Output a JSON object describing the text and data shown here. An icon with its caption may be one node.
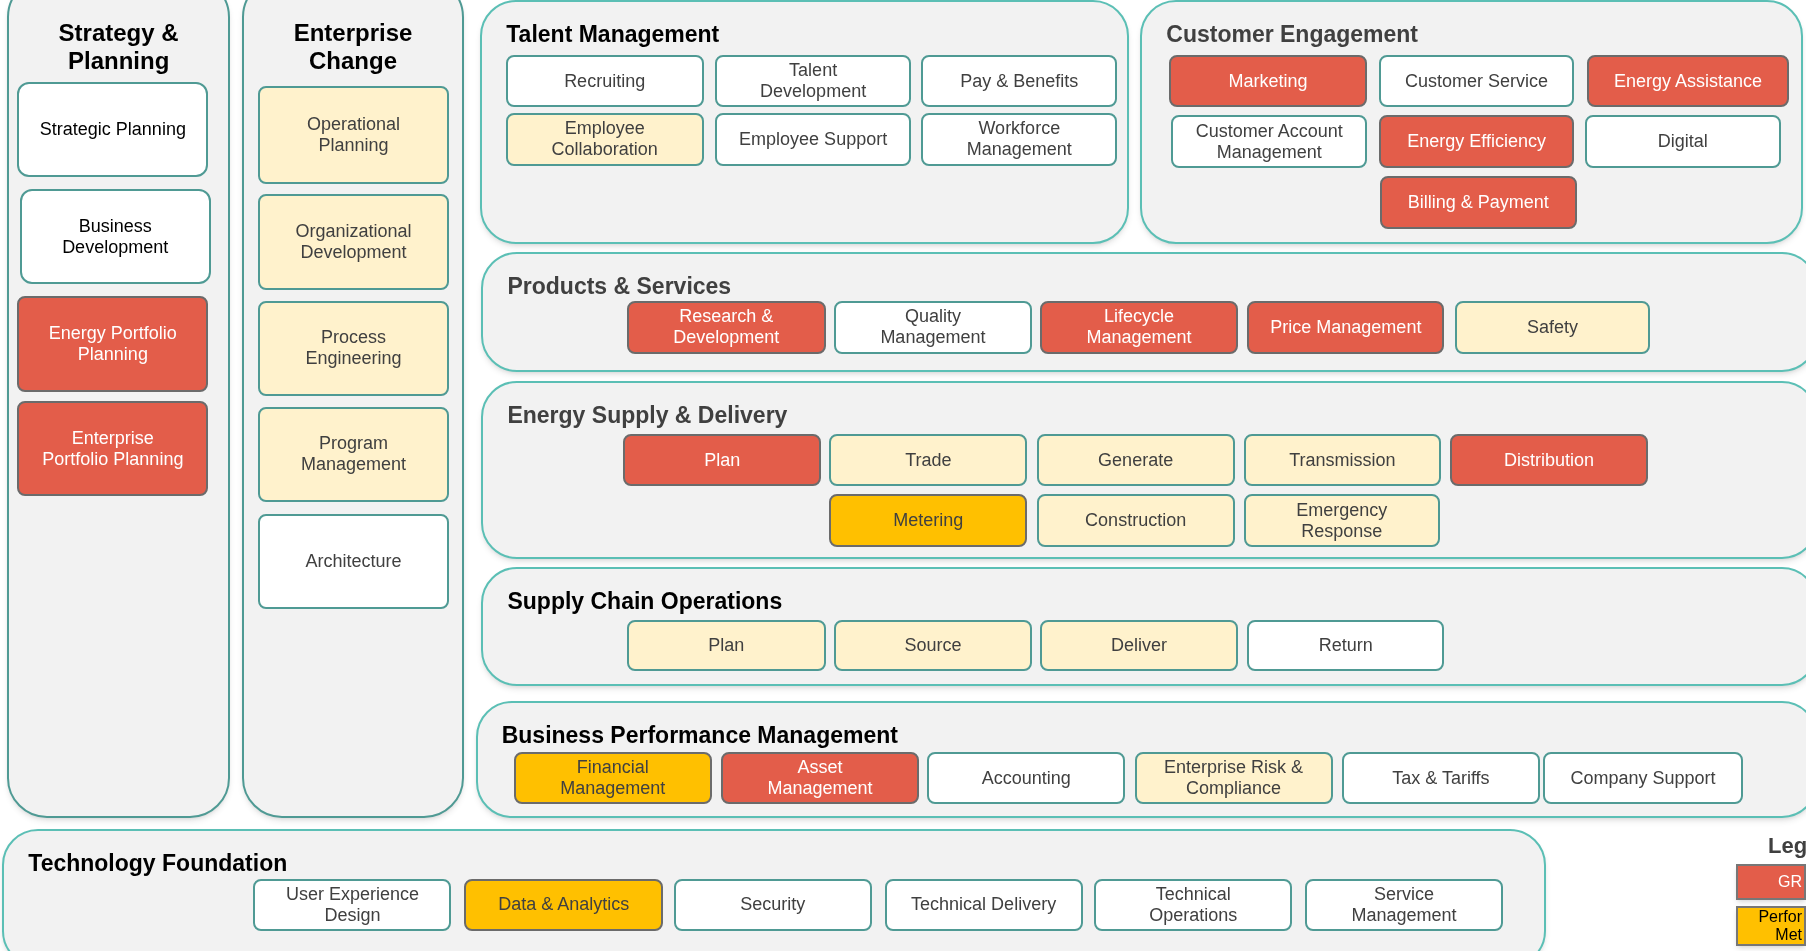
{
  "diagram": {
    "nodes": [
      {
        "text": [
          "Strategy & Planning"
        ]
      },
      {
        "text": [
          "Strategic Planning"
        ],
        "in": 0
      },
      {
        "text": [
          "Business Development"
        ],
        "in": 0
      },
      {
        "text": [
          "Energy Portfolio Planning"
        ],
        "in": 0
      },
      {
        "text": [
          "Enterprise Portfolio Planning"
        ],
        "in": 0
      },
      {
        "text": [
          "Enterprise Change"
        ]
      },
      {
        "text": [
          "Operational Planning"
        ],
        "in": 5
      },
      {
        "text": [
          "Organizational Development"
        ],
        "in": 5
      },
      {
        "text": [
          "Process Engineering"
        ],
        "in": 5
      },
      {
        "text": [
          "Program Management"
        ],
        "in": 5
      },
      {
        "text": [
          "Architecture"
        ],
        "in": 5
      },
      {
        "text": [
          "Talent Management"
        ]
      },
      {
        "text": [
          "Recruiting"
        ],
        "in": 11
      },
      {
        "text": [
          "Talent Development"
        ],
        "in": 11
      },
      {
        "text": [
          "Pay & Benefits"
        ],
        "in": 11
      },
      {
        "text": [
          "Employee Collaboration"
        ],
        "in": 11
      },
      {
        "text": [
          "Employee Support"
        ],
        "in": 11
      },
      {
        "text": [
          "Workforce Management"
        ],
        "in": 11
      },
      {
        "text": [
          "Customer Engagement"
        ]
      },
      {
        "text": [
          "Marketing"
        ],
        "in": 18
      },
      {
        "text": [
          "Customer Service"
        ],
        "in": 18
      },
      {
        "text": [
          "Energy Assistance"
        ],
        "in": 18
      },
      {
        "text": [
          "Customer Account Management"
        ],
        "in": 18
      },
      {
        "text": [
          "Energy Efficiency"
        ],
        "in": 18
      },
      {
        "text": [
          "Digital"
        ],
        "in": 18
      },
      {
        "text": [
          "Billing & Payment"
        ],
        "in": 18
      },
      {
        "text": [
          "Products & Services"
        ]
      },
      {
        "text": [
          "Research & Development"
        ],
        "in": 26
      },
      {
        "text": [
          "Quality Management"
        ],
        "in": 26
      },
      {
        "text": [
          "Lifecycle Management"
        ],
        "in": 26
      },
      {
        "text": [
          "Price Management"
        ],
        "in": 26
      },
      {
        "text": [
          "Safety"
        ],
        "in": 26
      },
      {
        "text": [
          "Energy Supply & Delivery"
        ]
      },
      {
        "text": [
          "Plan"
        ],
        "in": 32
      },
      {
        "text": [
          "Trade"
        ],
        "in": 32
      },
      {
        "text": [
          "Generate"
        ],
        "in": 32
      },
      {
        "text": [
          "Transmission"
        ],
        "in": 32
      },
      {
        "text": [
          "Distribution"
        ],
        "in": 32
      },
      {
        "text": [
          "Metering"
        ],
        "in": 32
      },
      {
        "text": [
          "Construction"
        ],
        "in": 32
      },
      {
        "text": [
          "Emergency Response"
        ],
        "in": 32
      },
      {
        "text": [
          "Supply Chain Operations"
        ]
      },
      {
        "text": [
          "Plan"
        ],
        "in": 41
      },
      {
        "text": [
          "Source"
        ],
        "in": 41
      },
      {
        "text": [
          "Deliver"
        ],
        "in": 41
      },
      {
        "text": [
          "Return"
        ],
        "in": 41
      },
      {
        "text": [
          "Business Performance Management"
        ]
      },
      {
        "text": [
          "Financial Management"
        ],
        "in": 46
      },
      {
        "text": [
          "Asset Management"
        ],
        "in": 46
      },
      {
        "text": [
          "Accounting"
        ],
        "in": 46
      },
      {
        "text": [
          "Enterprise Risk & Compliance"
        ],
        "in": 46
      },
      {
        "text": [
          "Tax & Tariffs"
        ],
        "in": 46
      },
      {
        "text": [
          "Company Support"
        ],
        "in": 46
      },
      {
        "text": [
          "Technology Foundation"
        ]
      },
      {
        "text": [
          "User Experience Design"
        ],
        "in": 53
      },
      {
        "text": [
          "Data & Analytics"
        ],
        "in": 53
      },
      {
        "text": [
          "Security"
        ],
        "in": 53
      },
      {
        "text": [
          "Technical Delivery"
        ],
        "in": 53
      },
      {
        "text": [
          "Technical Operations"
        ],
        "in": 53
      },
      {
        "text": [
          "Service Management"
        ],
        "in": 53
      }
    ],
    "edges": [],
    "labels": [
      "Leg"
    ],
    "legend": [
      {
        "text": "GR",
        "color": "#e35d4a"
      },
      {
        "text": "Perfor Met",
        "color": "#ffc000"
      }
    ]
  }
}
